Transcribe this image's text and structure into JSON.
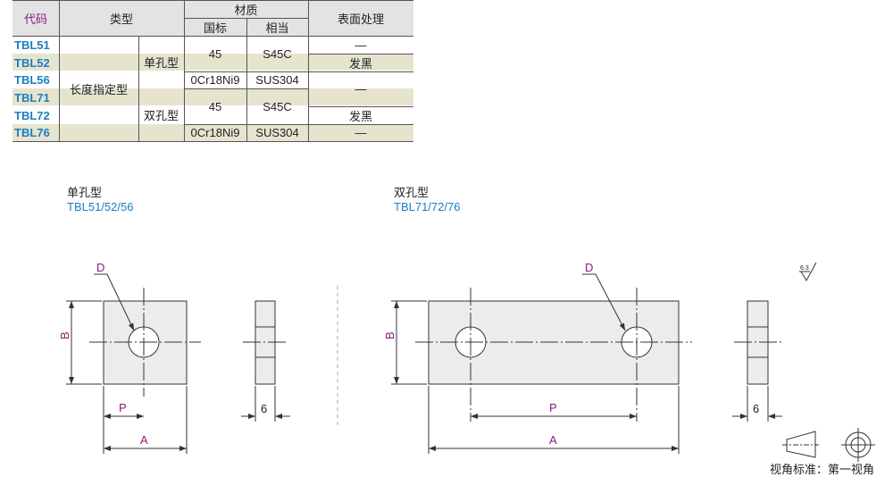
{
  "table": {
    "headers": {
      "code": "代码",
      "type": "类型",
      "material": "材质",
      "gb": "国标",
      "equiv": "相当",
      "surface": "表面处理"
    },
    "length_type": "长度指定型",
    "single_hole": "单孔型",
    "double_hole": "双孔型",
    "rows": [
      {
        "code": "TBL51",
        "surface": "—"
      },
      {
        "code": "TBL52",
        "surface": "发黑"
      },
      {
        "code": "TBL56",
        "surface": "—"
      },
      {
        "code": "TBL71",
        "surface": ""
      },
      {
        "code": "TBL72",
        "surface": "发黑"
      },
      {
        "code": "TBL76",
        "surface": "—"
      }
    ],
    "mat_45": "45",
    "mat_s45c": "S45C",
    "mat_ss": "0Cr18Ni9",
    "mat_sus": "SUS304"
  },
  "drawing": {
    "single": {
      "title": "单孔型",
      "codes": "TBL51/52/56"
    },
    "double": {
      "title": "双孔型",
      "codes": "TBL71/72/76"
    },
    "labels": {
      "d": "D",
      "b": "B",
      "p": "P",
      "a": "A",
      "thickness": "6"
    },
    "roughness": "6.3",
    "projection": "视角标准：第一视角"
  },
  "colors": {
    "code": "#1a7fc1",
    "dim": "#8b1a7a",
    "stripe": "#e6e4cf",
    "header": "#e3e3e3"
  }
}
